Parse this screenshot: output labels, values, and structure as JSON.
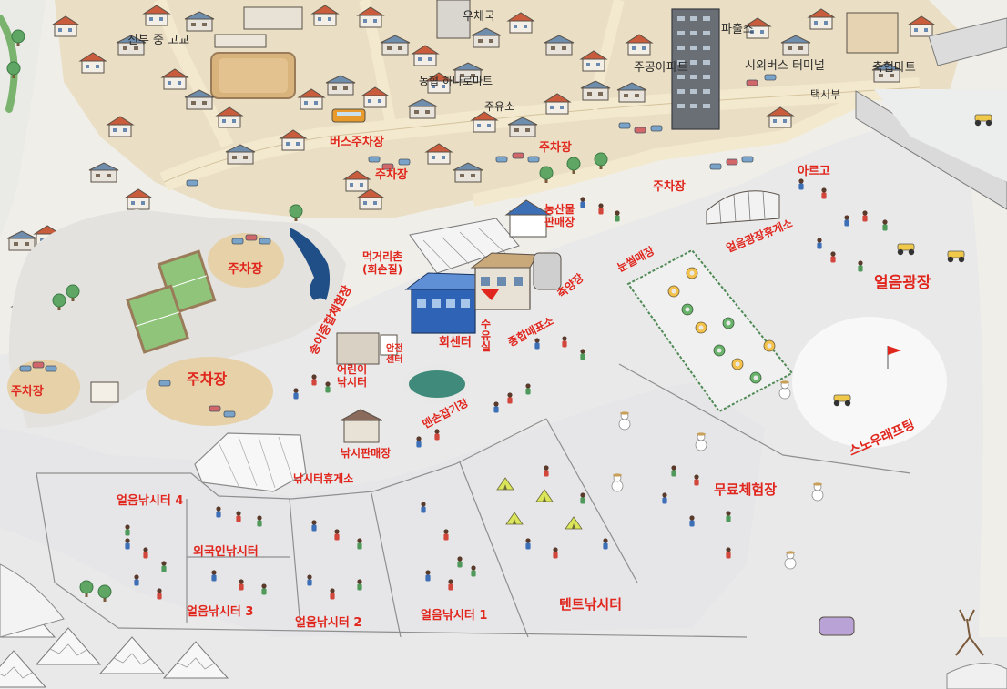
{
  "colors": {
    "ice": "#e9e9ea",
    "ground": "#efeee9",
    "road": "#eadbb8",
    "parking_lot": "#e6d1a9",
    "field_green": "#8fc47a",
    "field_frame": "#9a7c5a",
    "label_red": "#e0261d",
    "label_dark": "#2b2b2b",
    "fish": "#1f4f86",
    "hall_blue": "#2f63b6",
    "tree_green": "#5fa564"
  },
  "town": {
    "jinbu_high": "진부 중 고교",
    "post_office": "우체국",
    "police": "파출소",
    "mart": "주공아파트",
    "bus_terminal": "시외버스 터미널",
    "nonghyup_mart": "농협 하나로마트",
    "gas_station": "주유소",
    "tax_office": "택시부",
    "coop_mart": "축협마트"
  },
  "parking": {
    "bus_parking": "버스주차장",
    "p1": "주차장",
    "p2": "주차장",
    "p3": "주차장",
    "p4": "주차장",
    "p5": "주차장",
    "p6": "주차장"
  },
  "venues": {
    "farm_market": "농산물\n판매장",
    "food_village": "먹거리촌\n(회손질)",
    "fish_experience": "송어종합체험장",
    "sashimi_center": "회센터",
    "shop": "종합매표소",
    "water_room": "수\n유\n실",
    "nursery": "축양장",
    "snow_sled": "눈썰매장",
    "arego": "아르고",
    "ice_rest": "얼음광장휴게소",
    "ice_square": "얼음광장",
    "kids_fishing": "어린이\n낚시터",
    "safety": "안전\n센터",
    "hand_catch": "맨손잡기장",
    "fishing_shop": "낚시판매장",
    "fishing_rest": "낚시터휴게소",
    "snow_rafting": "스노우래프팅",
    "free_zone": "무료체험장",
    "ice_fishing_4": "얼음낚시터 4",
    "foreign_fishing": "외국인낚시터",
    "ice_fishing_3": "얼음낚시터 3",
    "ice_fishing_2": "얼음낚시터 2",
    "ice_fishing_1": "얼음낚시터 1",
    "tent_fishing": "텐트낚시터"
  },
  "icons": [
    "building-icon",
    "tree-icon",
    "fish-sculpture-icon",
    "car-icon",
    "person-icon",
    "tent-icon",
    "snowman-icon",
    "atv-icon",
    "bus-icon",
    "deer-icon"
  ]
}
